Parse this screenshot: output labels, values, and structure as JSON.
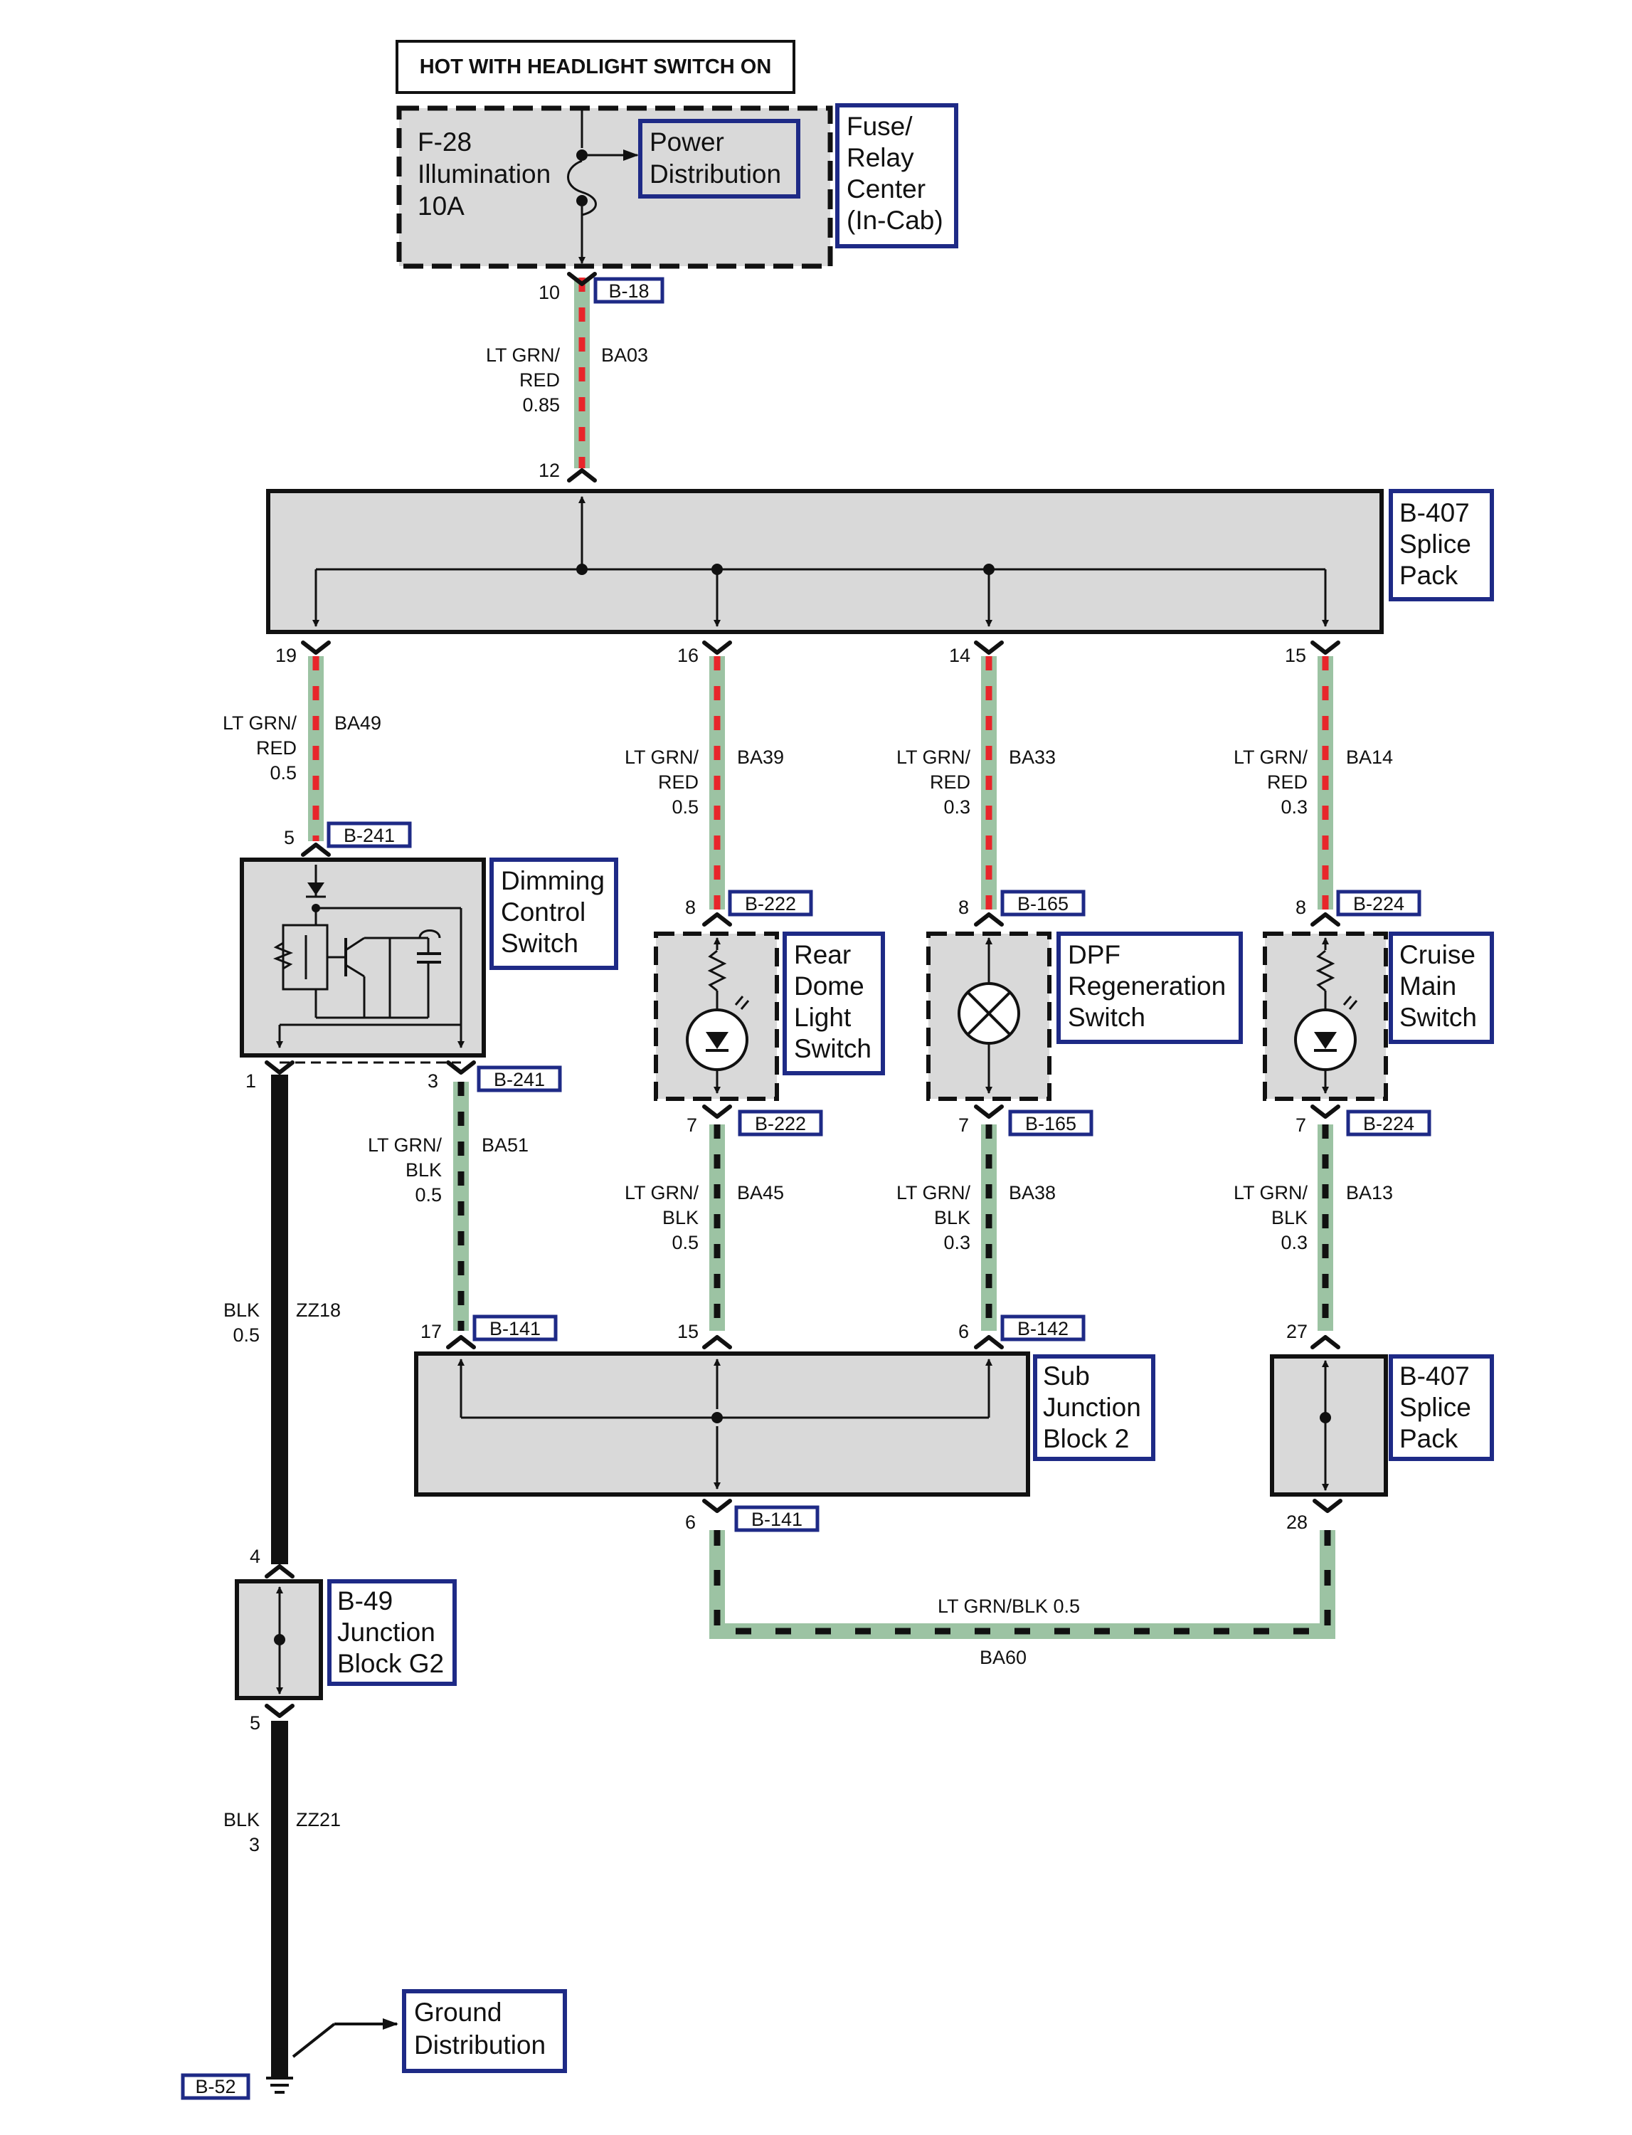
{
  "header": {
    "power_condition": "HOT WITH HEADLIGHT SWITCH ON"
  },
  "fuse_box": {
    "fuse_lines": [
      "F-28",
      "Illumination",
      "10A"
    ],
    "link_lines": [
      "Power",
      "Distribution"
    ],
    "name_lines": [
      "Fuse/",
      "Relay",
      "Center",
      "(In-Cab)"
    ],
    "pin": "10",
    "connector": "B-18"
  },
  "splice_pack_top": {
    "name_lines": [
      "B-407",
      "Splice",
      "Pack"
    ],
    "in_pin": "12",
    "out_pins": [
      "19",
      "16",
      "14",
      "15"
    ]
  },
  "wires": {
    "ba03": {
      "color_lines": [
        "LT GRN/",
        "RED",
        "0.85"
      ],
      "circuit": "BA03"
    },
    "ba49": {
      "color_lines": [
        "LT GRN/",
        "RED",
        "0.5"
      ],
      "circuit": "BA49"
    },
    "ba39": {
      "color_lines": [
        "LT GRN/",
        "RED",
        "0.5"
      ],
      "circuit": "BA39"
    },
    "ba33": {
      "color_lines": [
        "LT GRN/",
        "RED",
        "0.3"
      ],
      "circuit": "BA33"
    },
    "ba14": {
      "color_lines": [
        "LT GRN/",
        "RED",
        "0.3"
      ],
      "circuit": "BA14"
    },
    "ba51": {
      "color_lines": [
        "LT GRN/",
        "BLK",
        "0.5"
      ],
      "circuit": "BA51"
    },
    "ba45": {
      "color_lines": [
        "LT GRN/",
        "BLK",
        "0.5"
      ],
      "circuit": "BA45"
    },
    "ba38": {
      "color_lines": [
        "LT GRN/",
        "BLK",
        "0.3"
      ],
      "circuit": "BA38"
    },
    "ba13": {
      "color_lines": [
        "LT GRN/",
        "BLK",
        "0.3"
      ],
      "circuit": "BA13"
    },
    "zz18": {
      "color_lines": [
        "BLK",
        "0.5"
      ],
      "circuit": "ZZ18"
    },
    "zz21": {
      "color_lines": [
        "BLK",
        "3"
      ],
      "circuit": "ZZ21"
    },
    "ba60": {
      "color_line": "LT GRN/BLK 0.5",
      "circuit": "BA60"
    }
  },
  "dimming_switch": {
    "name_lines": [
      "Dimming",
      "Control",
      "Switch"
    ],
    "in_pin": "5",
    "in_connector": "B-241",
    "ground_pin": "1",
    "out_pin": "3",
    "out_connector": "B-241"
  },
  "rear_dome_switch": {
    "name_lines": [
      "Rear",
      "Dome",
      "Light",
      "Switch"
    ],
    "in_pin": "8",
    "out_pin": "7",
    "connector": "B-222"
  },
  "dpf_switch": {
    "name_lines": [
      "DPF",
      "Regeneration",
      "Switch"
    ],
    "in_pin": "8",
    "out_pin": "7",
    "connector": "B-165"
  },
  "cruise_switch": {
    "name_lines": [
      "Cruise",
      "Main",
      "Switch"
    ],
    "in_pin": "8",
    "out_pin": "7",
    "connector": "B-224"
  },
  "sub_junction": {
    "name_lines": [
      "Sub",
      "Junction",
      "Block 2"
    ],
    "pins": [
      "17",
      "15",
      "6"
    ],
    "connector_in": "B-141",
    "connector_in2": "B-142",
    "out_pin": "6",
    "out_connector": "B-141"
  },
  "splice_pack_bottom": {
    "name_lines": [
      "B-407",
      "Splice",
      "Pack"
    ],
    "in_pin": "27",
    "out_pin": "28"
  },
  "junction_g2": {
    "name_lines": [
      "B-49",
      "Junction",
      "Block G2"
    ],
    "in_pin": "4",
    "out_pin": "5"
  },
  "ground": {
    "link_lines": [
      "Ground",
      "Distribution"
    ],
    "connector": "B-52"
  },
  "colors": {
    "wire_base": "#9cc3a3",
    "stripe_red": "#e8262b",
    "stripe_black": "#111111",
    "component_fill": "#d9d9d9",
    "label_border": "#1e2a86"
  }
}
